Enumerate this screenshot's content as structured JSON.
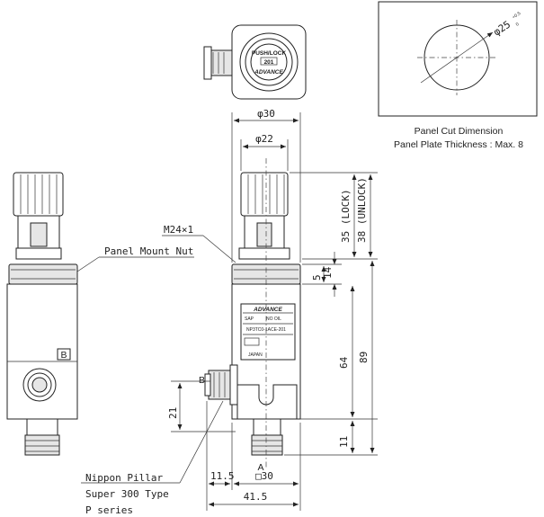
{
  "panel_cut": {
    "diameter": "φ25",
    "tol_upper": "+0.5",
    "tol_lower": "0",
    "caption_1": "Panel Cut Dimension",
    "caption_2": "Panel Plate Thickness : Max. 8"
  },
  "callouts": {
    "panel_mount_nut": "Panel Mount Nut",
    "thread": "M24×1",
    "seal_1": "Nippon Pillar",
    "seal_2": "Super 300 Type",
    "seal_3": "P series"
  },
  "ports": {
    "b_side": "B",
    "b_front": "B",
    "a_bottom": "A"
  },
  "dimensions": {
    "dia_30": "φ30",
    "dia_22": "φ22",
    "lock_35": "35 (LOCK)",
    "unlock_38": "38 (UNLOCK)",
    "d14": "14",
    "d5": "5",
    "d64": "64",
    "d89": "89",
    "d11": "11",
    "d21": "21",
    "d11_5": "11.5",
    "sq30": "□30",
    "d41_5": "41.5"
  },
  "top_view": {
    "push": "PUSH/LOCK",
    "num": "201",
    "brand": "ADVANCE"
  },
  "nameplate": {
    "brand": "ADVANCE",
    "r1_label": "SAP",
    "r1_value": "NO OIL",
    "r2_value": "NP3TC0-1ACE-201",
    "r3_value": "JAPAN"
  }
}
